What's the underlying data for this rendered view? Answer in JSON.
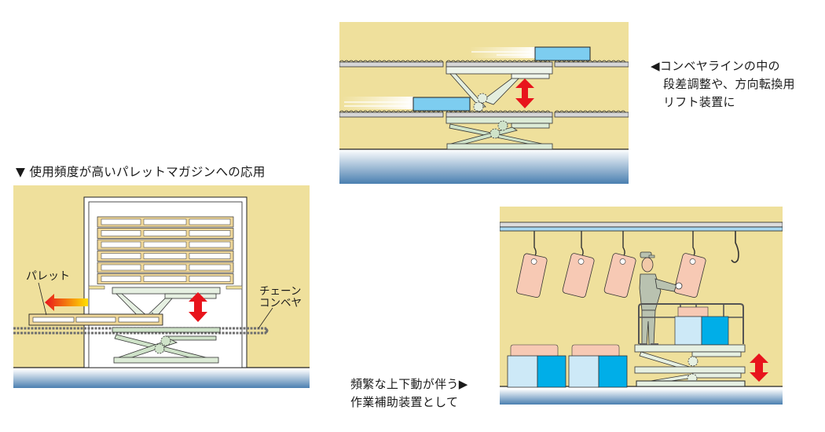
{
  "colors": {
    "wall": "#efe09c",
    "floor_top": "#ffffff",
    "floor_bottom": "#4a7fb0",
    "lift_frame": "#e6f0e2",
    "lift_frame_dark": "#cfe3c9",
    "arrow_red": "#e8141c",
    "box_blue": "#7dcdf0",
    "box_light": "#cde9f7",
    "box_cyan": "#00aee8",
    "pallet_wood": "#f0d89a",
    "hanging_part": "#f7c9b4",
    "chain": "#6e6e6e"
  },
  "panels": {
    "conveyor": {
      "caption_lines": [
        "◀コンベヤラインの中の",
        "段差調整や、方向転換用",
        "リフト装置に"
      ]
    },
    "magazine": {
      "heading": "▼ 使用頻度が高いパレットマガジンへの応用",
      "labels": {
        "pallet": "パレット",
        "chain_conveyor_line1": "チェーン",
        "chain_conveyor_line2": "コンベヤ"
      }
    },
    "work_assist": {
      "caption_lines": [
        "頻繁な上下動が伴う▶",
        "作業補助装置として"
      ]
    }
  }
}
